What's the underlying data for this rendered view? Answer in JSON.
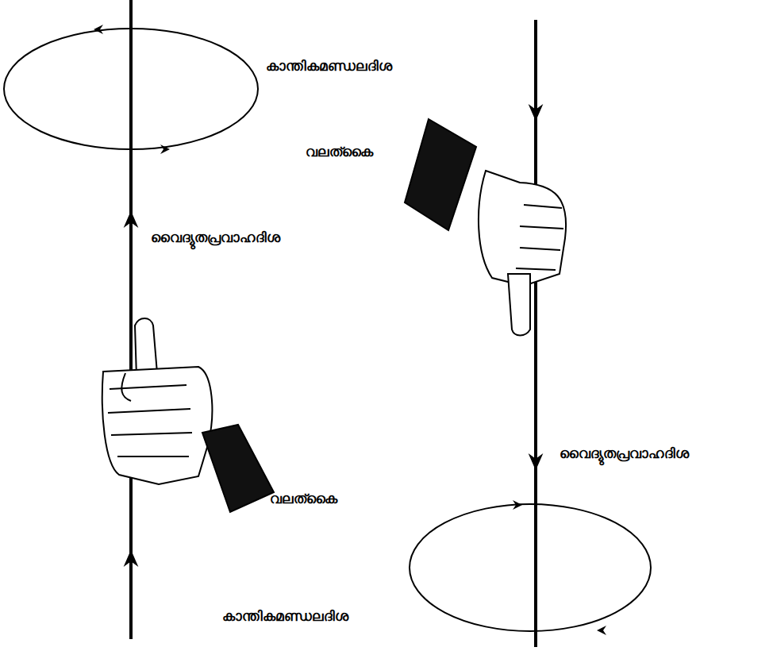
{
  "diagram": {
    "labels": [
      "കാന്തികമണ്ഡലദിശ",
      "വലത്കൈ",
      "വൈദ്യുതപ്രവാഹദിശ",
      "വൈദ്യുതപ്രവാഹദിശ",
      "വലത്കൈ",
      "കാന്തികമണ്ഡലദിശ"
    ]
  }
}
